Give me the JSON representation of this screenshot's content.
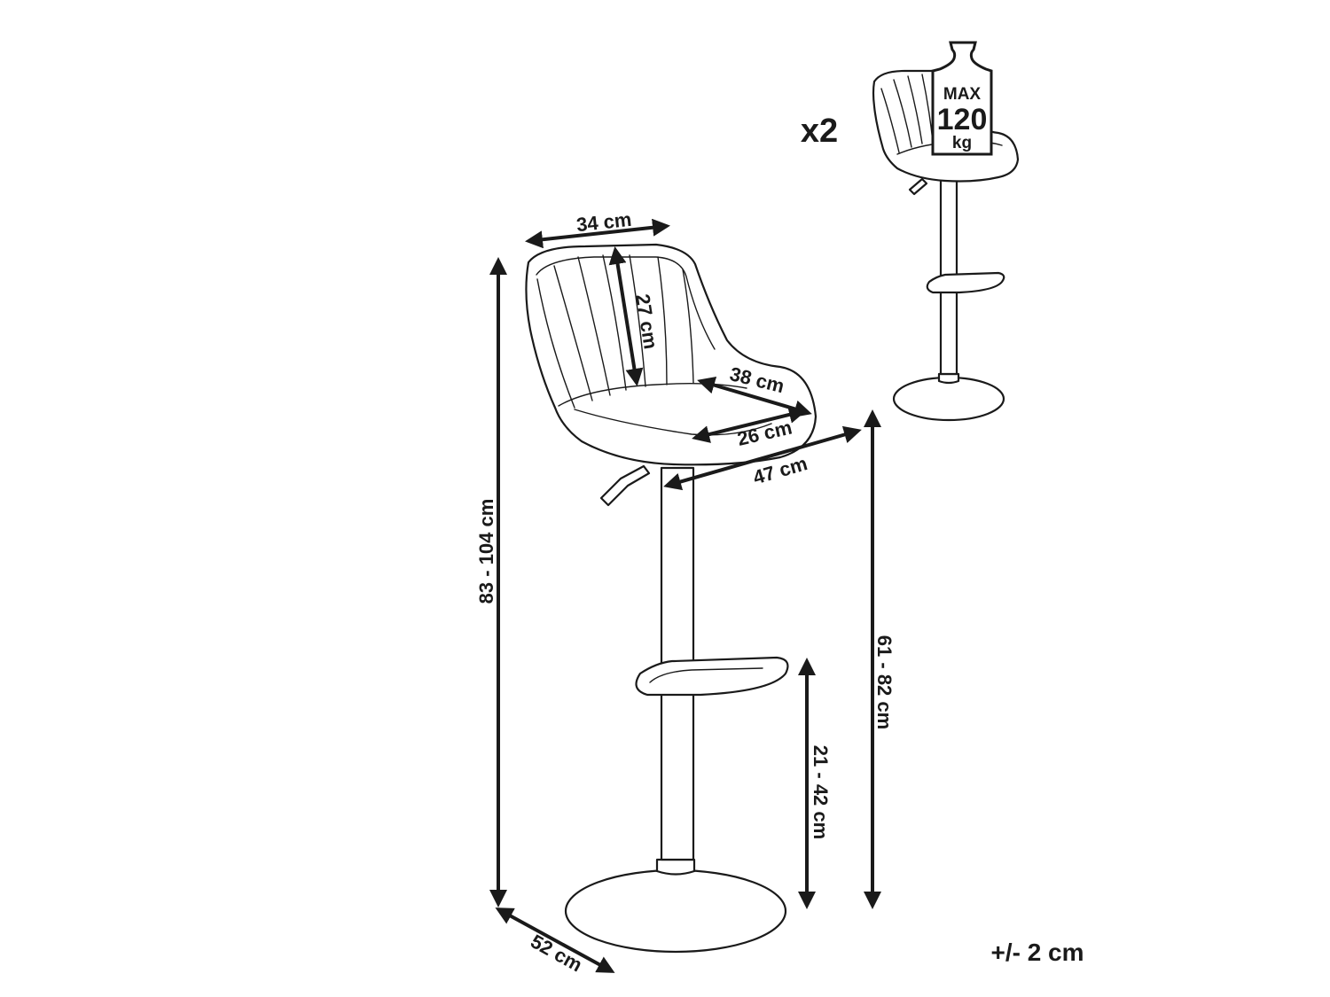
{
  "colors": {
    "line": "#1a1a1a",
    "background": "#ffffff"
  },
  "quantity": "x2",
  "max_load": {
    "line1": "MAX",
    "line2": "120",
    "line3": "kg"
  },
  "dimensions": {
    "backrest_width": "34 cm",
    "backrest_height": "27 cm",
    "seat_width": "38 cm",
    "seat_depth": "26 cm",
    "overall_width": "47 cm",
    "total_height": "83 - 104 cm",
    "base_diameter": "52 cm",
    "seat_height": "61 - 82 cm",
    "footrest_height": "21 - 42 cm"
  },
  "tolerance": "+/- 2 cm"
}
